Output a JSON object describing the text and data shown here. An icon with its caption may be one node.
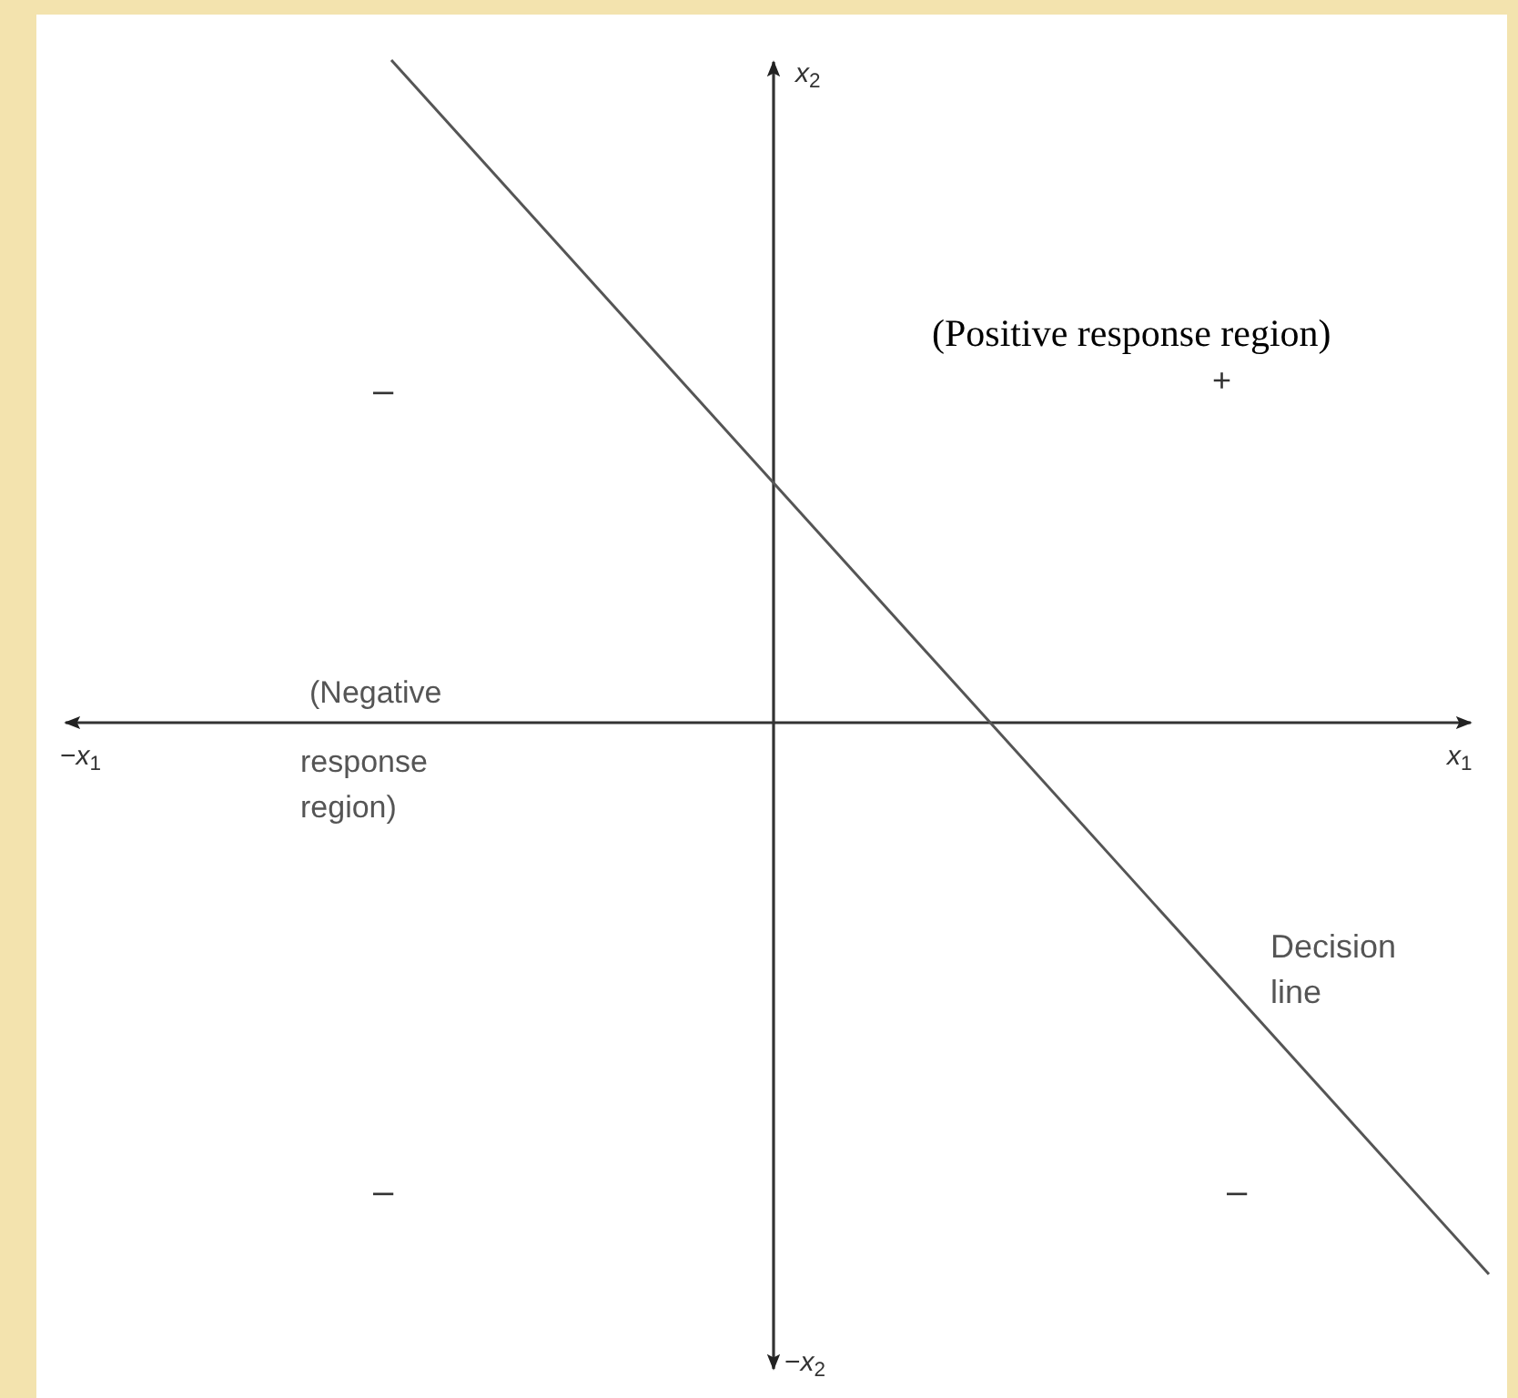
{
  "diagram": {
    "labels": [
      "*x*$_{2}$",
      "(Positive response region)",
      "–",
      "+",
      "(Negative",
      "response region)",
      "−*x*$_{1}$",
      "*x*$_{1}$",
      "Decision line",
      "–",
      "–",
      "−*x*$_{2}$"
    ]
  }
}
